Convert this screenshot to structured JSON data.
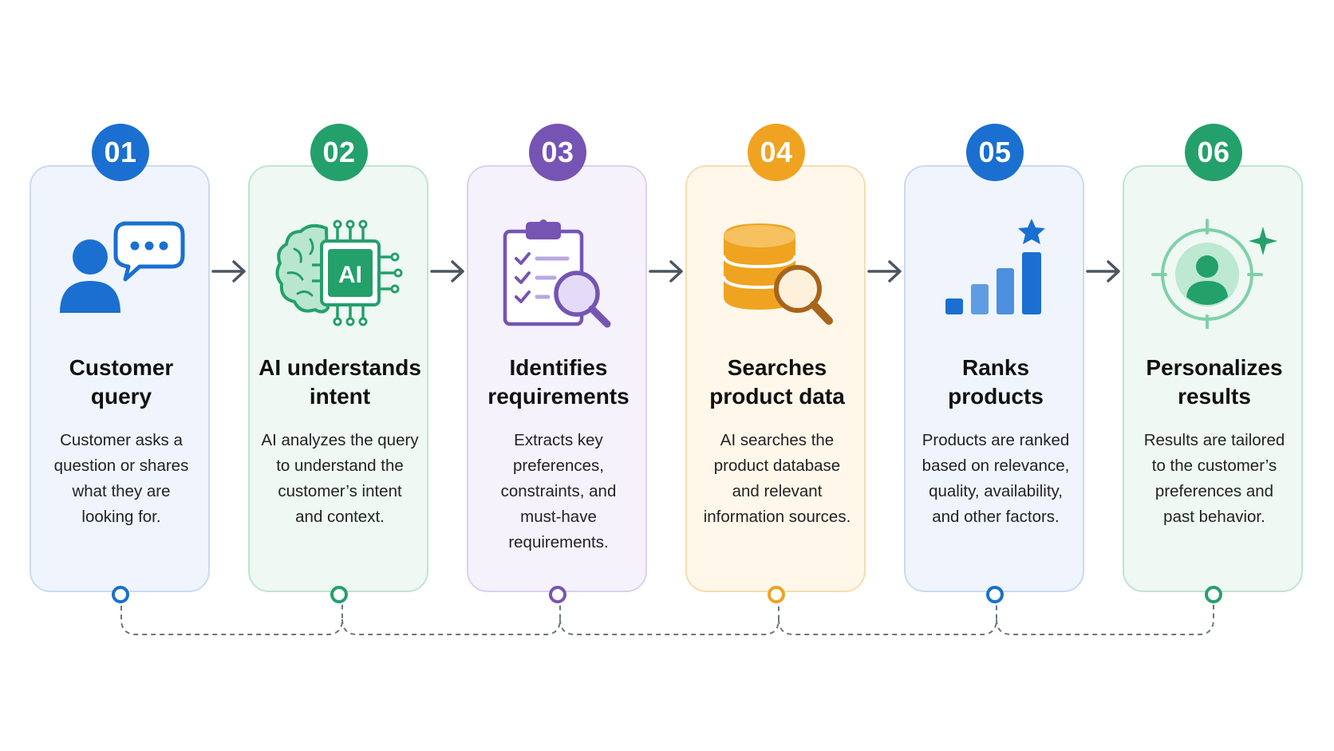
{
  "colors": {
    "blue": "#1a6fd1",
    "green": "#24a06b",
    "purple": "#7554b3",
    "orange": "#f0a320",
    "arrow": "#4a5560",
    "connector": "#6b7680"
  },
  "steps": [
    {
      "number": "01",
      "title": "Customer\nquery",
      "description": "Customer asks a\nquestion or shares\nwhat they are\nlooking for.",
      "icon": "customer-chat-icon",
      "color": "#1a6fd1",
      "card_bg": "#f0f5fd",
      "card_border": "#c9daf2"
    },
    {
      "number": "02",
      "title": "AI understands\nintent",
      "description": "AI analyzes the query\nto understand the\ncustomer’s intent\nand context.",
      "icon": "ai-brain-chip-icon",
      "color": "#24a06b",
      "card_bg": "#eff8f3",
      "card_border": "#bfe5d0",
      "icon_text": "AI"
    },
    {
      "number": "03",
      "title": "Identifies\nrequirements",
      "description": "Extracts key\npreferences,\nconstraints, and\nmust-have\nrequirements.",
      "icon": "checklist-magnifier-icon",
      "color": "#7554b3",
      "card_bg": "#f5f2fc",
      "card_border": "#dbd1ef"
    },
    {
      "number": "04",
      "title": "Searches\nproduct data",
      "description": "AI searches the\nproduct database\nand relevant\ninformation sources.",
      "icon": "database-search-icon",
      "color": "#f0a320",
      "card_bg": "#fef7ea",
      "card_border": "#f6ddb0"
    },
    {
      "number": "05",
      "title": "Ranks\nproducts",
      "description": "Products are ranked\nbased on relevance,\nquality, availability,\nand other factors.",
      "icon": "ranking-bars-star-icon",
      "color": "#1a6fd1",
      "card_bg": "#f0f5fd",
      "card_border": "#c9daf2"
    },
    {
      "number": "06",
      "title": "Personalizes\nresults",
      "description": "Results are tailored\nto the customer’s\npreferences and\npast behavior.",
      "icon": "target-user-icon",
      "color": "#24a06b",
      "card_bg": "#eff8f3",
      "card_border": "#bfe5d0"
    }
  ]
}
